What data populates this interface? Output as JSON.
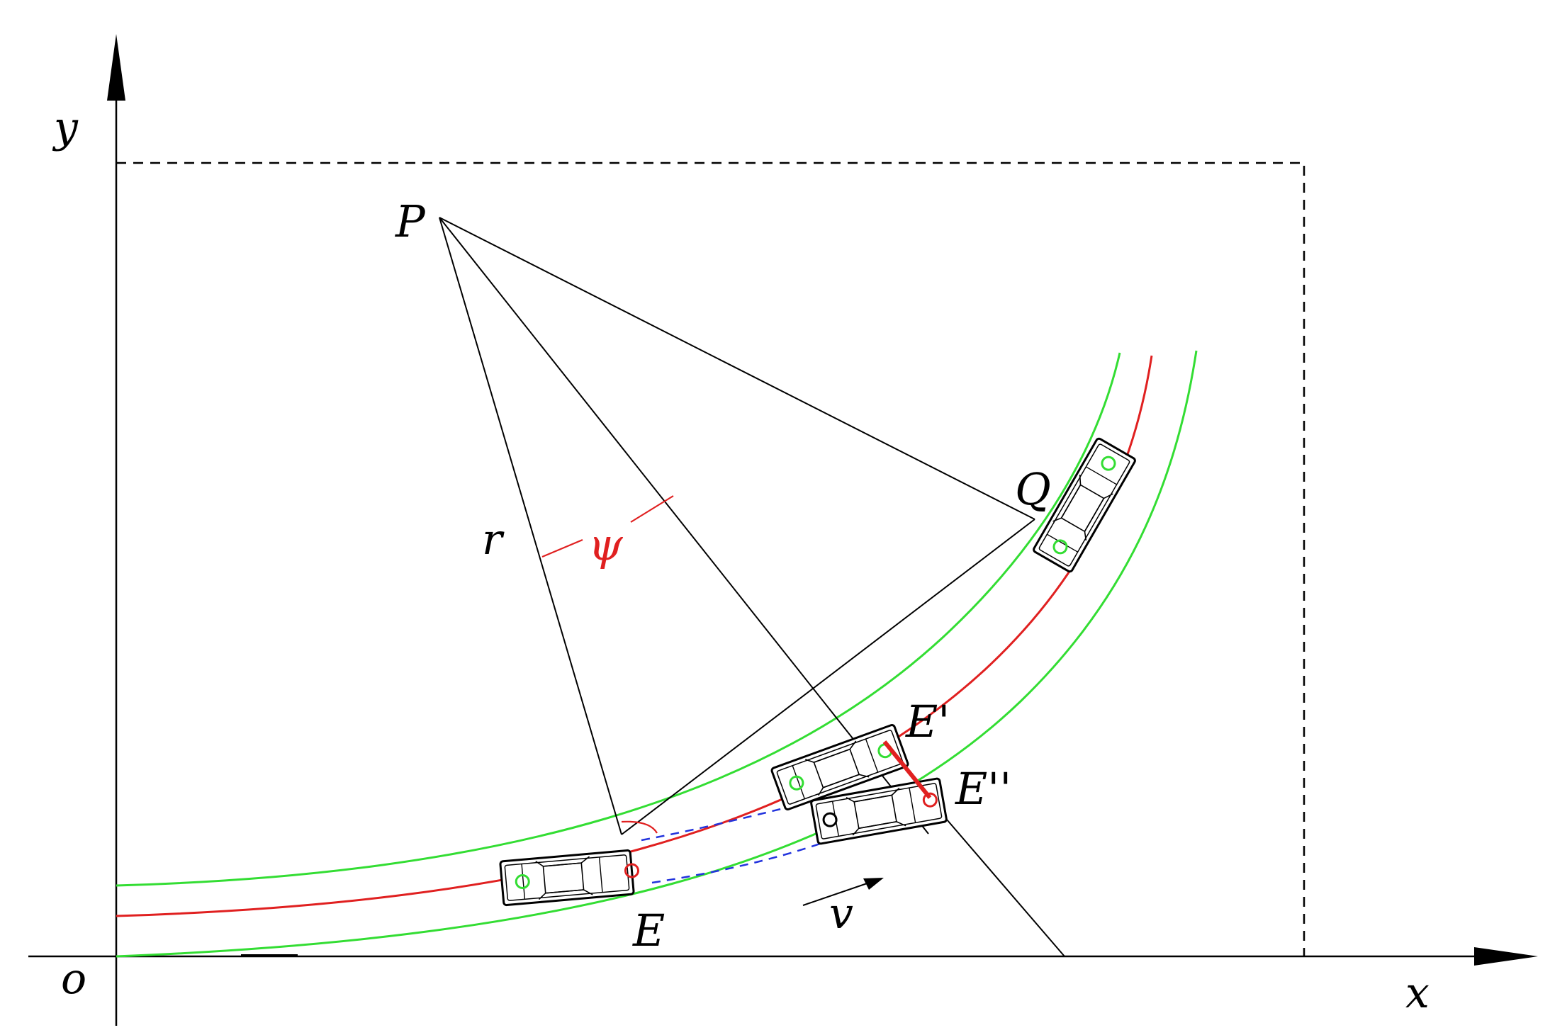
{
  "labels": {
    "y": "y",
    "x": "x",
    "origin": "o",
    "P": "P",
    "Q": "Q",
    "r": "r",
    "psi": "ψ",
    "E": "E",
    "E1": "E'",
    "E2": "E''",
    "v": "v"
  },
  "colors": {
    "lane_edge": "#33dd33",
    "centerline": "#e02020",
    "construction": "#000000",
    "trajectory": "#2233dd",
    "angle": "#e02020"
  }
}
